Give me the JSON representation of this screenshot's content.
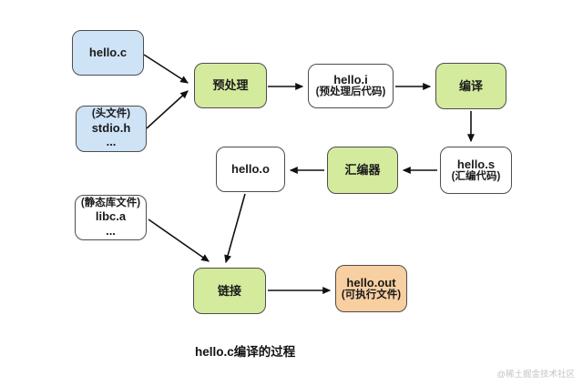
{
  "diagram": {
    "caption": "hello.c编译的过程",
    "watermark": "@稀土掘金技术社区",
    "colors": {
      "source_file_fill": "#cfe3f6",
      "process_fill": "#d4eb9e",
      "intermediate_file_fill": "#ffffff",
      "output_fill": "#f8cfa0",
      "node_border": "#4d4d4d",
      "arrow": "#111111",
      "watermark_text": "#c3c3c3",
      "background": "#ffffff"
    },
    "nodes": {
      "hello_c": {
        "lines": [
          "hello.c"
        ]
      },
      "stdio_h": {
        "lines": [
          "(头文件)",
          "stdio.h",
          "..."
        ]
      },
      "preprocess": {
        "lines": [
          "预处理"
        ]
      },
      "hello_i": {
        "lines": [
          "hello.i",
          "(预处理后代码)"
        ]
      },
      "compile": {
        "lines": [
          "编译"
        ]
      },
      "hello_s": {
        "lines": [
          "hello.s",
          "(汇编代码)"
        ]
      },
      "assembler": {
        "lines": [
          "汇编器"
        ]
      },
      "hello_o": {
        "lines": [
          "hello.o"
        ]
      },
      "libc_a": {
        "lines": [
          "(静态库文件)",
          "libc.a",
          "..."
        ]
      },
      "link": {
        "lines": [
          "链接"
        ]
      },
      "hello_out": {
        "lines": [
          "hello.out",
          "(可执行文件)"
        ]
      }
    }
  }
}
